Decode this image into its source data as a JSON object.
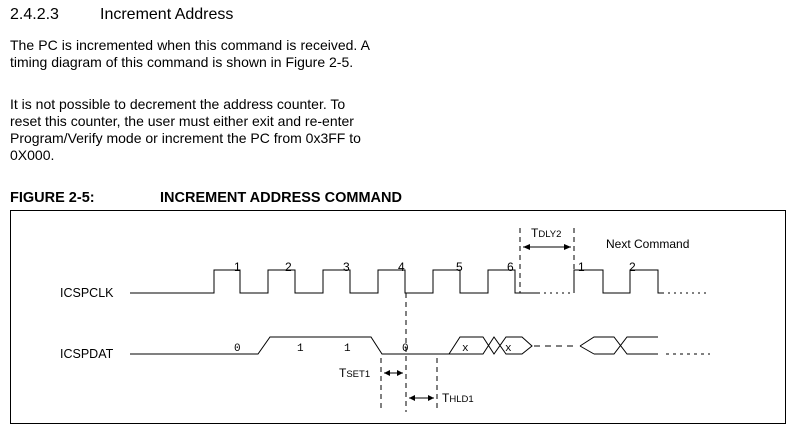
{
  "section": {
    "number": "2.4.2.3",
    "title": "Increment Address"
  },
  "paragraphs": [
    "The PC is incremented when this command is received. A timing diagram of this command is shown in Figure 2-5.",
    "It is not possible to decrement the address counter. To reset this counter, the user must either exit and re-enter Program/Verify mode or increment the PC from 0x3FF to 0X000."
  ],
  "figure": {
    "number": "FIGURE 2-5:",
    "title": "INCREMENT ADDRESS COMMAND",
    "signals": {
      "clock": "ICSPCLK",
      "data": "ICSPDAT"
    },
    "clock_pulses": [
      "1",
      "2",
      "3",
      "4",
      "5",
      "6"
    ],
    "next_pulses": [
      "1",
      "2"
    ],
    "data_bits": [
      "0",
      "1",
      "1",
      "0",
      "x",
      "x"
    ],
    "next_command": "Next Command",
    "timing": {
      "tdly2": {
        "main": "T",
        "sub": "DLY2"
      },
      "tset1": {
        "main": "T",
        "sub": "SET1"
      },
      "thld1": {
        "main": "T",
        "sub": "HLD1"
      }
    }
  }
}
